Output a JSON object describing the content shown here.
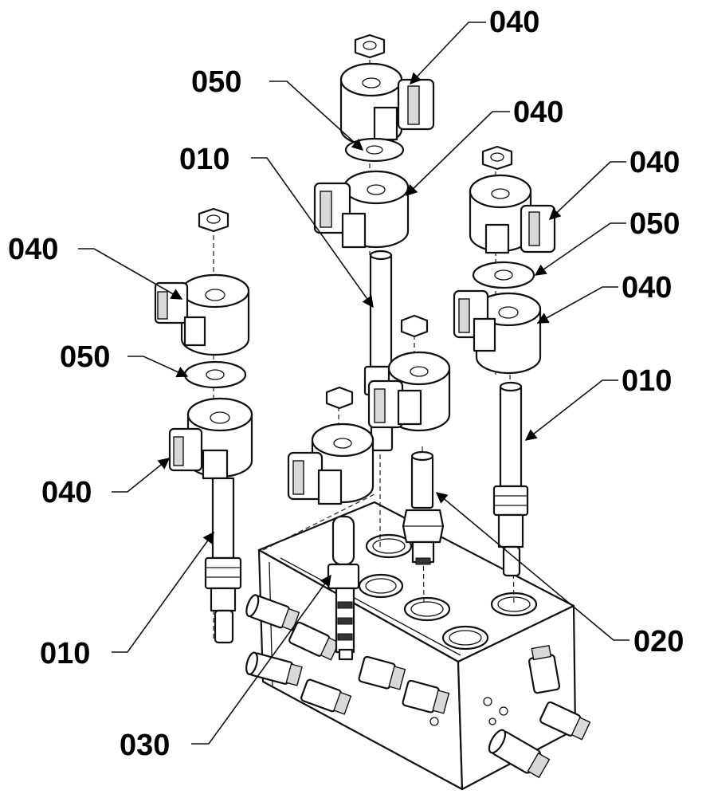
{
  "callouts": {
    "c040_top": "040",
    "c050_top": "050",
    "c040_mid": "040",
    "c010_top": "010",
    "c040_right_top": "040",
    "c050_right": "050",
    "c040_left_top": "040",
    "c040_right_mid": "040",
    "c050_left": "050",
    "c010_right": "010",
    "c040_left_bottom": "040",
    "c010_left": "010",
    "c020": "020",
    "c030": "030"
  }
}
